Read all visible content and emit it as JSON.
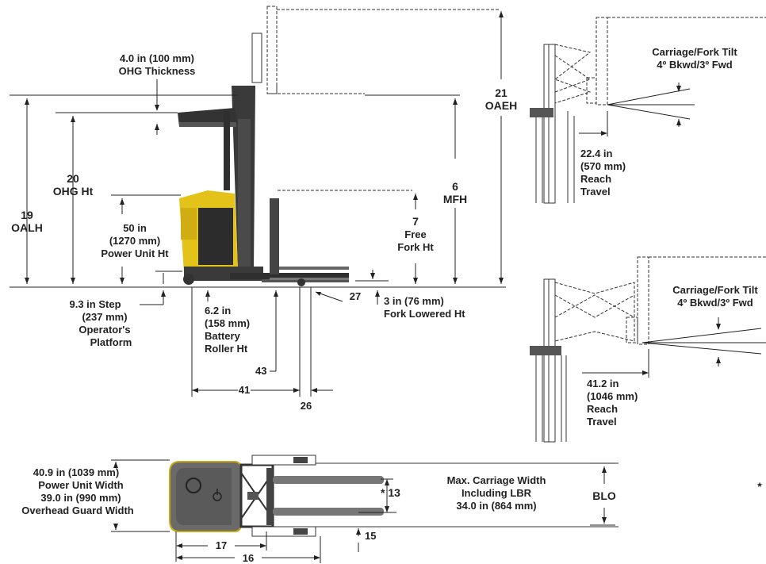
{
  "labels": {
    "ohg_thickness_val": "4.0 in (100 mm)",
    "ohg_thickness_name": "OHG Thickness",
    "ohg_ht_num": "20",
    "ohg_ht_name": "OHG Ht",
    "oalh_num": "19",
    "oalh_name": "OALH",
    "pu_ht_in": "50 in",
    "pu_ht_mm": "(1270 mm)",
    "pu_ht_name": "Power Unit Ht",
    "step_l1": "9.3 in Step",
    "step_l2": "(237 mm)",
    "step_l3": "Operator's",
    "step_l4": "Platform",
    "batt_l1": "6.2 in",
    "batt_l2": "(158 mm)",
    "batt_l3": "Battery",
    "batt_l4": "Roller Ht",
    "dim43": "43",
    "dim41": "41",
    "dim26": "26",
    "dim27": "27",
    "fork_low_val": "3 in (76 mm)",
    "fork_low_name": "Fork Lowered Ht",
    "free_num": "7",
    "free_l1": "Free",
    "free_l2": "Fork Ht",
    "mfh_num": "6",
    "mfh_name": "MFH",
    "oaeh_num": "21",
    "oaeh_name": "OAEH",
    "tilt1_l1": "Carriage/Fork Tilt",
    "tilt1_l2": "4º Bkwd/3º Fwd",
    "reach1_l1": "22.4 in",
    "reach1_l2": "(570 mm)",
    "reach1_l3": "Reach",
    "reach1_l4": "Travel",
    "tilt2_l1": "Carriage/Fork Tilt",
    "tilt2_l2": "4º Bkwd/3º Fwd",
    "reach2_l1": "41.2 in",
    "reach2_l2": "(1046 mm)",
    "reach2_l3": "Reach",
    "reach2_l4": "Travel",
    "puw_l1": "40.9 in (1039 mm)",
    "puw_l2": "Power Unit Width",
    "puw_l3": "39.0 in (990 mm)",
    "puw_l4": "Overhead Guard Width",
    "dim13": "* 13",
    "carr_l1": "Max. Carriage Width",
    "carr_l2": "Including LBR",
    "carr_l3": "34.0 in (864 mm)",
    "blo": "BLO",
    "dim15": "15",
    "dim17": "17",
    "dim16": "16",
    "asterisk": "*"
  },
  "colors": {
    "body_yellow": "#e3c21a",
    "body_dark": "#2c2c2c",
    "mast": "#3a3a3a",
    "line": "#222222"
  }
}
